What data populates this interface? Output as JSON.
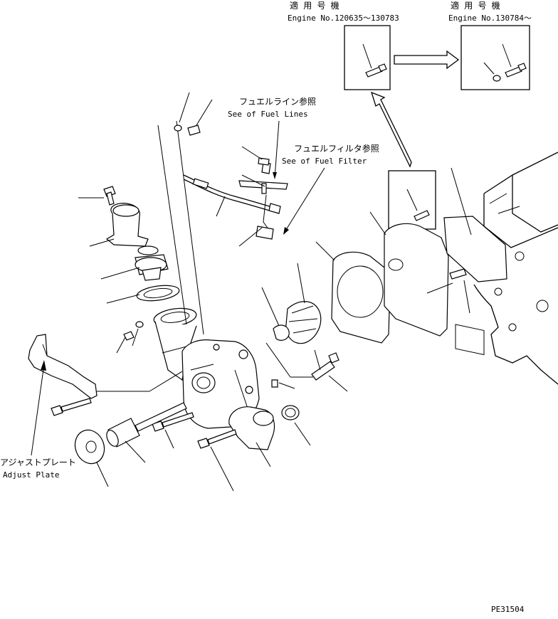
{
  "diagram": {
    "inset_left": {
      "label_jp": "適 用 号 機",
      "label_en": "Engine No.120635～130783"
    },
    "inset_right": {
      "label_jp": "適 用 号 機",
      "label_en": "Engine No.130784～"
    },
    "fuel_lines": {
      "label_jp": "フュエルライン参照",
      "label_en": "See of Fuel Lines"
    },
    "fuel_filter": {
      "label_jp": "フュエルフィルタ参照",
      "label_en": "See of Fuel Filter"
    },
    "adjust_plate": {
      "label_jp": "アジャストプレート",
      "label_en": "Adjust Plate"
    },
    "drawing_code": "PE31504"
  }
}
